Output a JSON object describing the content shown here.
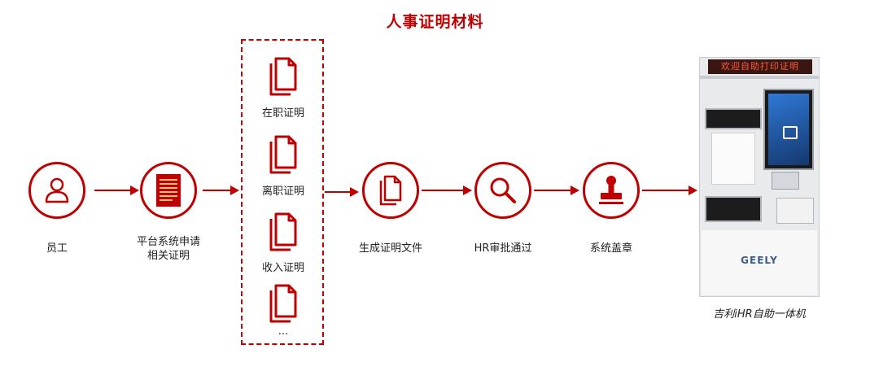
{
  "title": "人事证明材料",
  "steps": {
    "employee": "员工",
    "apply": [
      "平台系统申请",
      "相关证明"
    ],
    "generate": "生成证明文件",
    "hr_review": "HR审批通过",
    "stamp": "系统盖章"
  },
  "documents": {
    "items": [
      "在职证明",
      "离职证明",
      "收入证明"
    ],
    "more": "..."
  },
  "kiosk": {
    "marquee": "欢迎自助打印证明",
    "brand": "GEELY",
    "caption": "吉利iHR自助一体机"
  },
  "colors": {
    "accent": "#c00000"
  }
}
